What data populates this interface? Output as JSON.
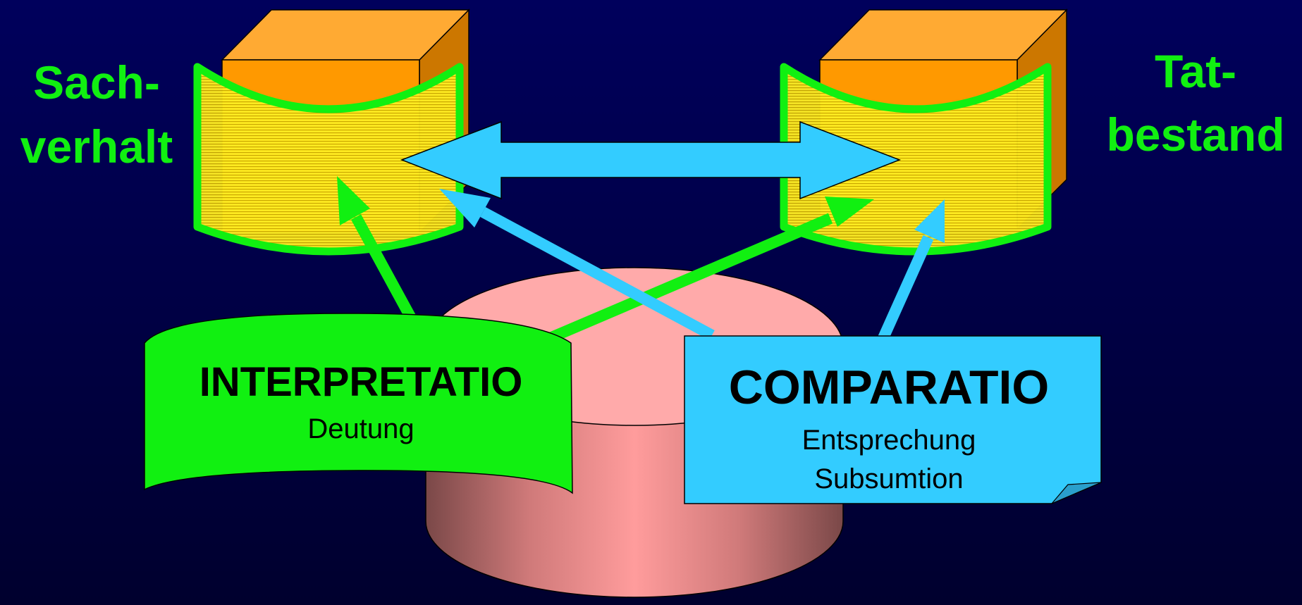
{
  "left_label": {
    "line1": "Sach-",
    "line2": "verhalt"
  },
  "right_label": {
    "line1": "Tat-",
    "line2": "bestand"
  },
  "interpretatio": {
    "title": "INTERPRETATIO",
    "subtitle": "Deutung"
  },
  "comparatio": {
    "title": "COMPARATIO",
    "line1": "Entsprechung",
    "line2": "Subsumtion"
  },
  "colors": {
    "background_top": "#00005a",
    "background_bottom": "#000030",
    "green": "#11f011",
    "cyan": "#33ccff",
    "orange": "#ff9900",
    "yellow": "#ffee22",
    "pink": "#ffaaaa"
  }
}
